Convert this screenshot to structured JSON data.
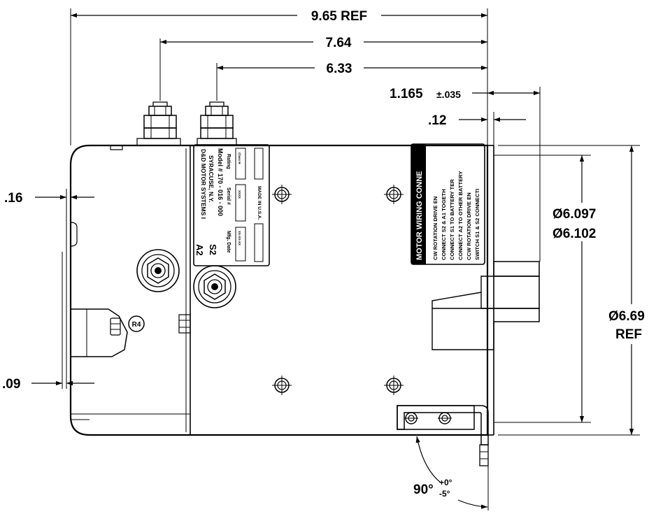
{
  "dimensions": {
    "overall_length": "9.65 REF",
    "stud_a_distance": "7.64",
    "stud_b_distance": "6.33",
    "pilot_length": "1.165",
    "pilot_length_tol": "±.035",
    "pilot_offset": ".12",
    "left_step": ".16",
    "left_step_small": ".09",
    "pilot_dia_min": "Ø6.097",
    "pilot_dia_max": "Ø6.102",
    "outer_dia": "Ø6.69",
    "outer_dia_ref": "REF",
    "angle": "90°",
    "angle_tol_plus": "+0°",
    "angle_tol_minus": "-5°",
    "radius_label": "R4"
  },
  "nameplate": {
    "company": "D&D MOTOR SYSTEMS I",
    "city": "SYRACUSE, N.Y.",
    "model": "Model # 170 - 016 - 000",
    "terminal_a2": "A2",
    "terminal_s2": "S2",
    "mfg_date_label": "Mfg. Date",
    "mfg_date_value": "XX-XX-XX",
    "serial_label": "Serial #",
    "serial_value": "XXXX",
    "rating_label": "Rating",
    "rating_value": "Class H",
    "made_in": "MADE IN U.S.A."
  },
  "wiring_label": {
    "title": "MOTOR WIRING CONNE",
    "lines": [
      "CW ROTATION DRIVE EN",
      "CONNECT S2 & A1 TOGETH",
      "CONNECT S1 TO BATTERY TER",
      "CONNECT A2 TO OTHER BATTERY",
      "CCW ROTATION DRIVE EN",
      "SWITCH S1 & S2 CONNECTI"
    ]
  },
  "colors": {
    "line": "#000000",
    "background": "#ffffff",
    "label_band": "#000000"
  }
}
